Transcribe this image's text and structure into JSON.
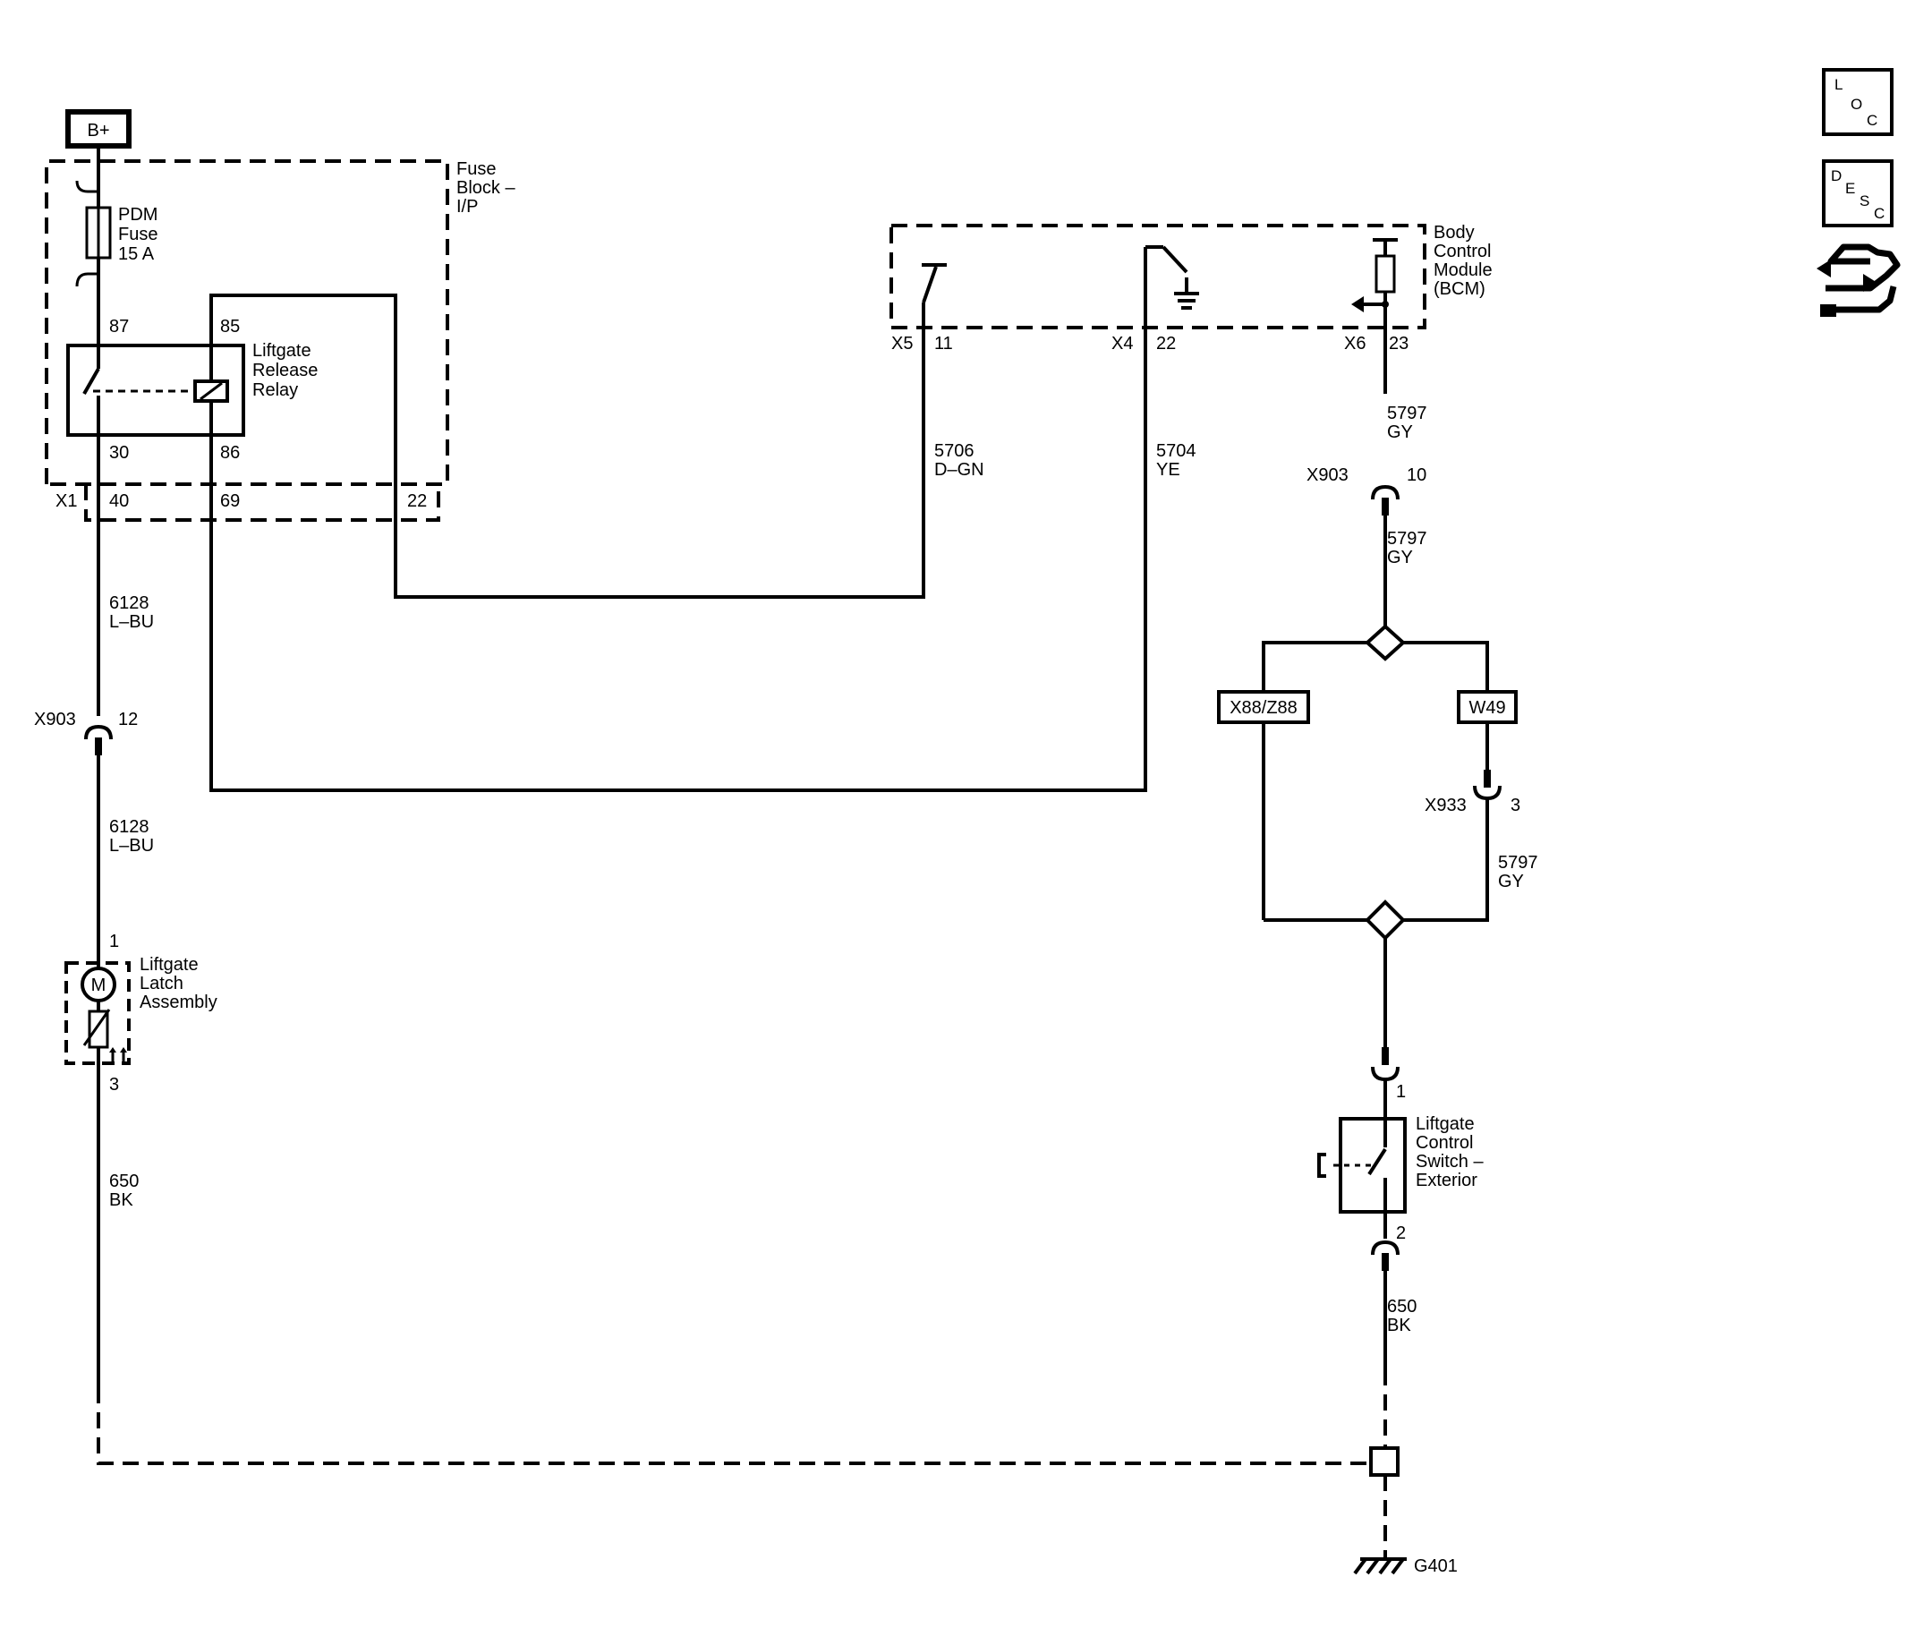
{
  "power": {
    "label": "B+"
  },
  "fuse_block": {
    "label_lines": [
      "Fuse",
      "Block –",
      "I/P"
    ]
  },
  "fuse": {
    "label_lines": [
      "PDM",
      "Fuse",
      "15 A"
    ]
  },
  "relay": {
    "label_lines": [
      "Liftgate",
      "Release",
      "Relay"
    ],
    "pins": {
      "p87": "87",
      "p85": "85",
      "p30": "30",
      "p86": "86"
    }
  },
  "fuse_block_connector": {
    "name": "X1",
    "pins": [
      "40",
      "69",
      "22"
    ]
  },
  "bcm": {
    "label_lines": [
      "Body",
      "Control",
      "Module",
      "(BCM)"
    ],
    "connectors": [
      {
        "name": "X5",
        "pin": "11"
      },
      {
        "name": "X4",
        "pin": "22"
      },
      {
        "name": "X6",
        "pin": "23"
      }
    ]
  },
  "wires": {
    "w5706": {
      "circuit": "5706",
      "color": "D–GN"
    },
    "w5704": {
      "circuit": "5704",
      "color": "YE"
    },
    "w5797_top": {
      "circuit": "5797",
      "color": "GY"
    },
    "w5797_mid": {
      "circuit": "5797",
      "color": "GY"
    },
    "w5797_w49": {
      "circuit": "5797",
      "color": "GY"
    },
    "w6128_top": {
      "circuit": "6128",
      "color": "L–BU"
    },
    "w6128_bot": {
      "circuit": "6128",
      "color": "L–BU"
    },
    "w650_left": {
      "circuit": "650",
      "color": "BK"
    },
    "w650_right": {
      "circuit": "650",
      "color": "BK"
    }
  },
  "inline_connectors": {
    "x903_right": {
      "name": "X903",
      "pin": "10"
    },
    "x903_left": {
      "name": "X903",
      "pin": "12"
    },
    "x933": {
      "name": "X933",
      "pin": "3"
    }
  },
  "options": {
    "left": "X88/Z88",
    "right": "W49"
  },
  "latch": {
    "label_lines": [
      "Liftgate",
      "Latch",
      "Assembly"
    ],
    "motor": "M",
    "pin_top": "1",
    "pin_bottom": "3"
  },
  "switch": {
    "label_lines": [
      "Liftgate",
      "Control",
      "Switch –",
      "Exterior"
    ],
    "pin_top": "1",
    "pin_bottom": "2"
  },
  "ground": {
    "label": "G401"
  },
  "side_icons": {
    "loc": {
      "letters": [
        "L",
        "O",
        "C"
      ],
      "icon": "location-icon"
    },
    "desc": {
      "letters": [
        "D",
        "E",
        "S",
        "C"
      ],
      "icon": "description-icon"
    },
    "diag": {
      "icon": "diagnostic-hand-wrench-icon"
    }
  }
}
